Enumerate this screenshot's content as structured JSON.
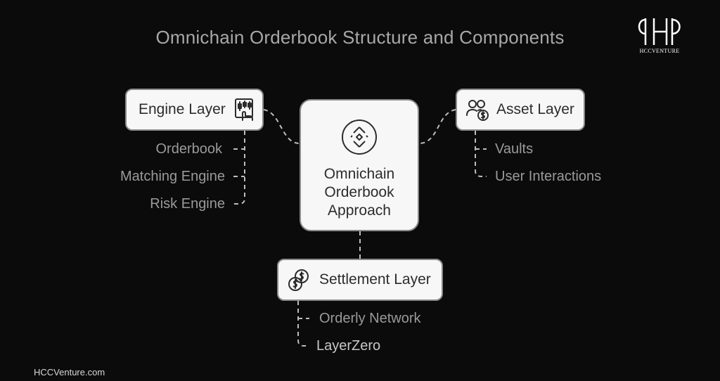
{
  "title": "Omnichain Orderbook Structure and Components",
  "center": {
    "label": "Omnichain Orderbook Approach",
    "icon": "diamond-hub-icon"
  },
  "engine_layer": {
    "label": "Engine Layer",
    "icon": "trading-chart-hand-icon",
    "items": [
      "Orderbook",
      "Matching Engine",
      "Risk Engine"
    ]
  },
  "asset_layer": {
    "label": "Asset Layer",
    "icon": "users-dollar-icon",
    "items": [
      "Vaults",
      "User Interactions"
    ]
  },
  "settlement_layer": {
    "label": "Settlement Layer",
    "icon": "coins-dollar-icon",
    "items": [
      "Orderly Network",
      "LayerZero"
    ]
  },
  "logo": {
    "text": "HCCVENTURE"
  },
  "footer": "HCCVenture.com",
  "colors": {
    "background": "#0b0b0b",
    "box": "#f7f7f7",
    "border": "#8a8a8a",
    "text_muted": "#9a9a9a"
  }
}
